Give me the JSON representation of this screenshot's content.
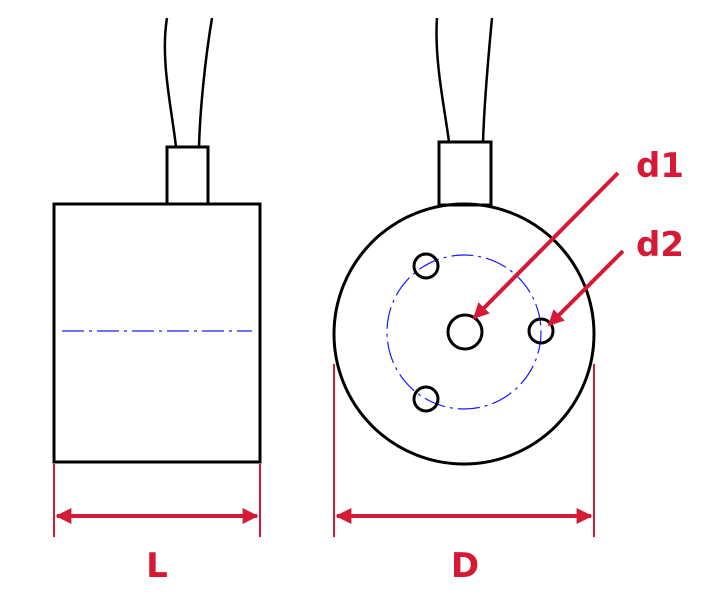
{
  "labels": {
    "length": "L",
    "diameter": "D",
    "center_hole": "d1",
    "mounting_hole": "d2"
  },
  "colors": {
    "outline": "#000000",
    "centerline": "#1a1aff",
    "dimension": "#d41a35"
  }
}
